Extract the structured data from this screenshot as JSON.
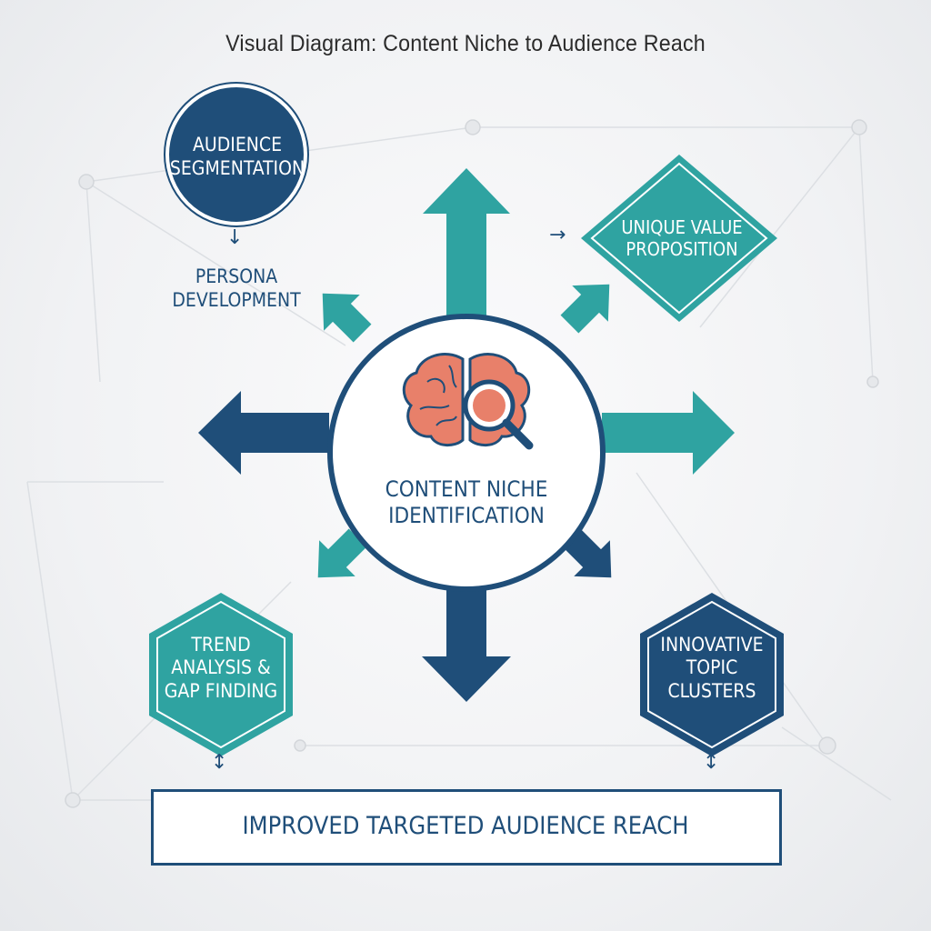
{
  "title": "Visual Diagram: Content Niche to Audience Reach",
  "colors": {
    "navy": "#1f4e79",
    "teal": "#2fa3a1",
    "brain": "#e8806a",
    "background": "#f1f2f4"
  },
  "nodes": {
    "audience_segmentation": "AUDIENCE\nSEGMENTATION",
    "persona_development": "PERSONA\nDEVELOPMENT",
    "unique_value_proposition": "UNIQUE VALUE\nPROPOSITION",
    "center": "CONTENT NICHE\nIDENTIFICATION",
    "trend_analysis": "TREND\nANALYSIS &\nGAP FINDING",
    "topic_clusters": "INNOVATIVE\nTOPIC\nCLUSTERS",
    "outcome": "IMPROVED TARGETED AUDIENCE REACH"
  },
  "connectors": {
    "down_arrow": "↓",
    "right_arrow": "→",
    "updown_left": "↕",
    "updown_right": "↕"
  },
  "icons": {
    "center_icon": "brain-magnifier-icon"
  }
}
